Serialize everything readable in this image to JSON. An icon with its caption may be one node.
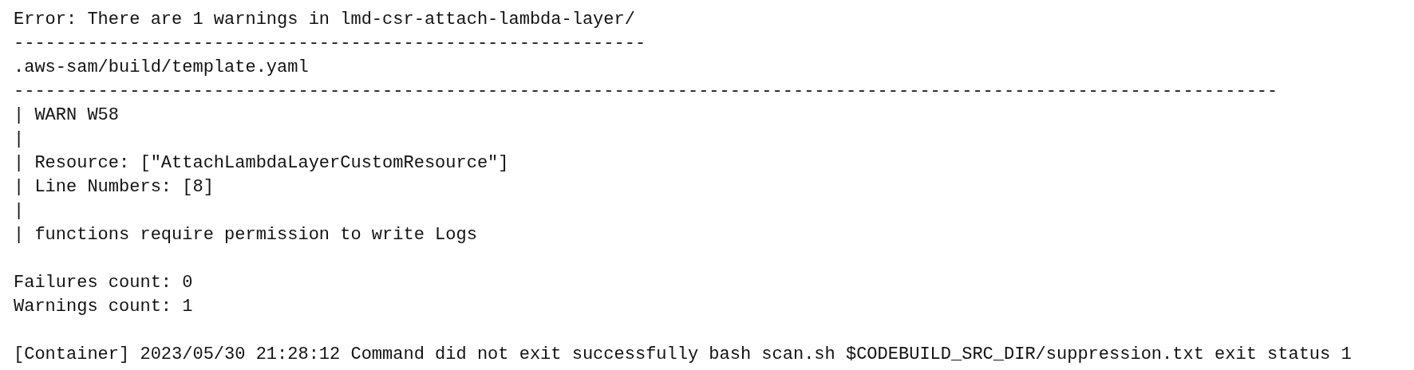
{
  "diagram": {
    "labels": [
      "Error: There are 1 warnings in lmd-csr-attach-lambda-layer/",
      "------------------------------------------------------------",
      ".aws-sam/build/template.yaml",
      "------------------------------------------------------------------------------------------------------------------------",
      "| WARN W58",
      "|",
      "| Resource: [\"AttachLambdaLayerCustomResource\"]",
      "| Line Numbers: [8]",
      "|",
      "| functions require permission to write Logs",
      "Failures count: 0",
      "Warnings count: 1",
      "[Container] 2023/05/30 21:28:12 Command did not exit successfully bash scan.sh $CODEBUILD_SRC_DIR/suppression.txt exit status 1"
    ]
  }
}
